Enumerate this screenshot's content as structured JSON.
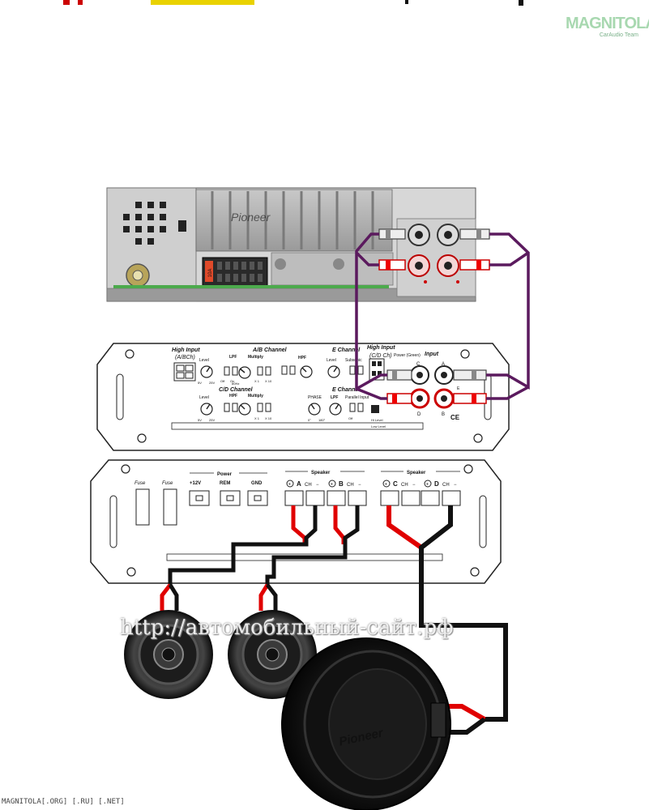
{
  "brand": {
    "name": "MAGNITOLA",
    "team": "CarAudio Team"
  },
  "watermark": "http://автомобильный-сайт.рф",
  "footer": "MAGNITOLA[.ORG] [.RU] [.NET]",
  "head_unit": {
    "logo_text": "Pioneer",
    "fuse_label": "10A"
  },
  "amp_top": {
    "high_input_label": "High Input",
    "high_input_sub": "(A/BCh)",
    "ab_channel": "A/B Channel",
    "e_channel": "E Channel",
    "high_input_cd": "High Input",
    "high_input_cd_sub": "(C/D Ch)",
    "input_label": "Input",
    "cd_channel": "C/D Channel",
    "e_channel_2": "E Channel",
    "level": "Level",
    "lpf": "LPF",
    "multiply": "Multiply",
    "hpf": "HPF",
    "subsonic": "Subsonic",
    "phase": "PHASE",
    "parallel_input": "Parallel Input",
    "power_green": "Power (Green)",
    "v5": "5V",
    "v25": "25V",
    "off": "Off",
    "on": "On",
    "x1": "X 1",
    "x10": "X 10",
    "f80": "80Hz",
    "f500": "500Hz",
    "deg0": "0°",
    "deg180": "180°",
    "jack_c": "C",
    "jack_a": "A",
    "jack_d": "D",
    "jack_b": "B",
    "jack_e": "E",
    "ce": "CE",
    "hi_level": "Hi Level",
    "low_level": "Low Level"
  },
  "amp_bottom": {
    "fuse1": "Fuse",
    "fuse2": "Fuse",
    "power": "Power",
    "p12v": "+12V",
    "rem": "REM",
    "gnd": "GND",
    "speaker1": "Speaker",
    "speaker2": "Speaker",
    "ch_a": "A",
    "ch_b": "B",
    "ch_c": "C",
    "ch_d": "D",
    "ch": "CH"
  },
  "subwoofer": {
    "logo_text": "Pioneer"
  },
  "colors": {
    "wire_black": "#111111",
    "wire_red": "#e00000",
    "rca_cable": "#5b1a5e"
  }
}
